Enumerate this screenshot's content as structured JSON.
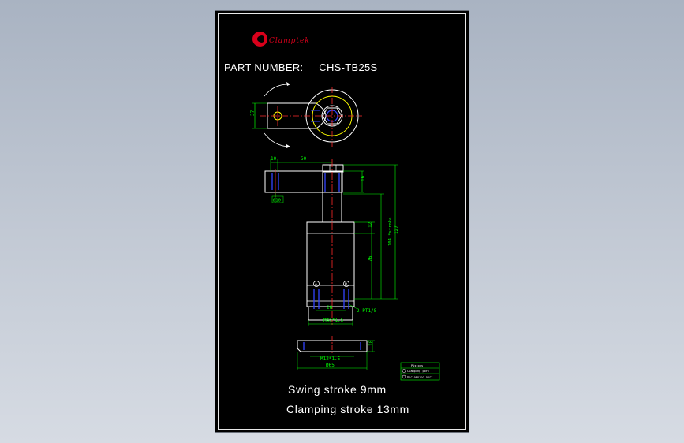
{
  "logo": {
    "brand": "Clamptek",
    "letter": "G"
  },
  "title": {
    "label": "PART NUMBER:",
    "value": "CHS-TB25S"
  },
  "dimensions": {
    "d37": "37",
    "d10": "10",
    "d50": "50",
    "d16": "16",
    "d127": "127",
    "d104": "104 *stroke",
    "d76": "76",
    "d12": "12",
    "d28": "28",
    "d18": "18",
    "phi10": "Ø10",
    "pt": "2-PT1/8",
    "m45": "M45*1.5",
    "m12": "M12*1.5",
    "phi65": "Ø65"
  },
  "port_marks": {
    "a": "A",
    "b": "B"
  },
  "legend": {
    "header": "Pistons",
    "row_a": "Clamping port",
    "row_b": "Unclamping port"
  },
  "notes": {
    "swing": "Swing stroke 9mm",
    "clamping": "Clamping stroke 13mm"
  },
  "colors": {
    "outline": "#ffffff",
    "dimension": "#00ff00",
    "center": "#ff2a2a",
    "hidden": "#3344ff",
    "logo": "#d9001b"
  }
}
